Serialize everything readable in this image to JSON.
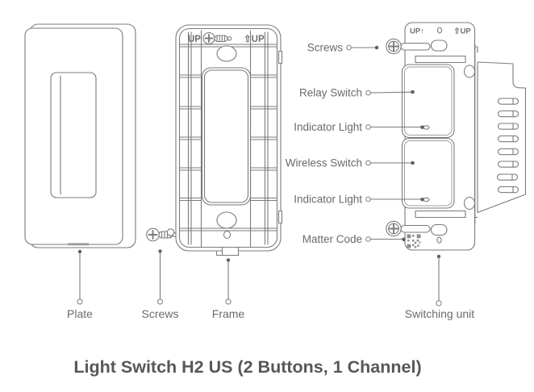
{
  "title": "Light Switch H2 US (2 Buttons, 1 Channel)",
  "bottom_labels": {
    "plate": "Plate",
    "screws": "Screws",
    "frame": "Frame",
    "switching_unit": "Switching unit"
  },
  "callouts": {
    "screws": "Screws",
    "relay_switch": "Relay Switch",
    "indicator_light_top": "Indicator Light",
    "wireless_switch": "Wireless Switch",
    "indicator_light_bottom": "Indicator Light",
    "matter_code": "Matter Code"
  },
  "engravings": {
    "frame_up_left": "UP",
    "frame_up_right": "⇧UP",
    "unit_up_left": "UP↑",
    "unit_up_right": "⇧UP"
  },
  "colors": {
    "line": "#7b7b7b",
    "label_text": "#696a6c",
    "title_text": "#56575b"
  }
}
